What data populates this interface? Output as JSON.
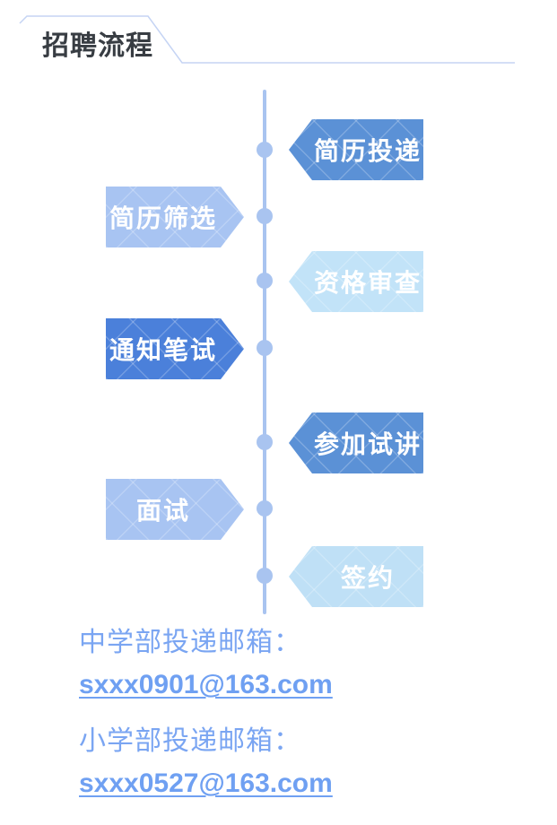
{
  "page": {
    "title": "招聘流程",
    "background_color": "#ffffff",
    "header_line_color": "#c5d4f4",
    "title_color": "#383d43"
  },
  "flow": {
    "timeline_color": "#a9c4f0",
    "label_text_color": "#ffffff",
    "steps": [
      {
        "label": "简历投递",
        "side": "right",
        "color": "#5b91d6"
      },
      {
        "label": "简历筛选",
        "side": "left",
        "color": "#a8c4f2"
      },
      {
        "label": "资格审查",
        "side": "right",
        "color": "#c2e3f8"
      },
      {
        "label": "通知笔试",
        "side": "left",
        "color": "#4b80da"
      },
      {
        "label": "参加试讲",
        "side": "right",
        "color": "#5b91d6"
      },
      {
        "label": "面试",
        "side": "left",
        "color": "#a8c4f2"
      },
      {
        "label": "签约",
        "side": "right",
        "color": "#bfe0f6"
      }
    ]
  },
  "contacts": {
    "label_color": "#7aa5f2",
    "email_color": "#6fa0f2",
    "items": [
      {
        "label": "中学部投递邮箱：",
        "email": "sxxx0901@163.com"
      },
      {
        "label": "小学部投递邮箱：",
        "email": "sxxx0527@163.com"
      }
    ]
  }
}
